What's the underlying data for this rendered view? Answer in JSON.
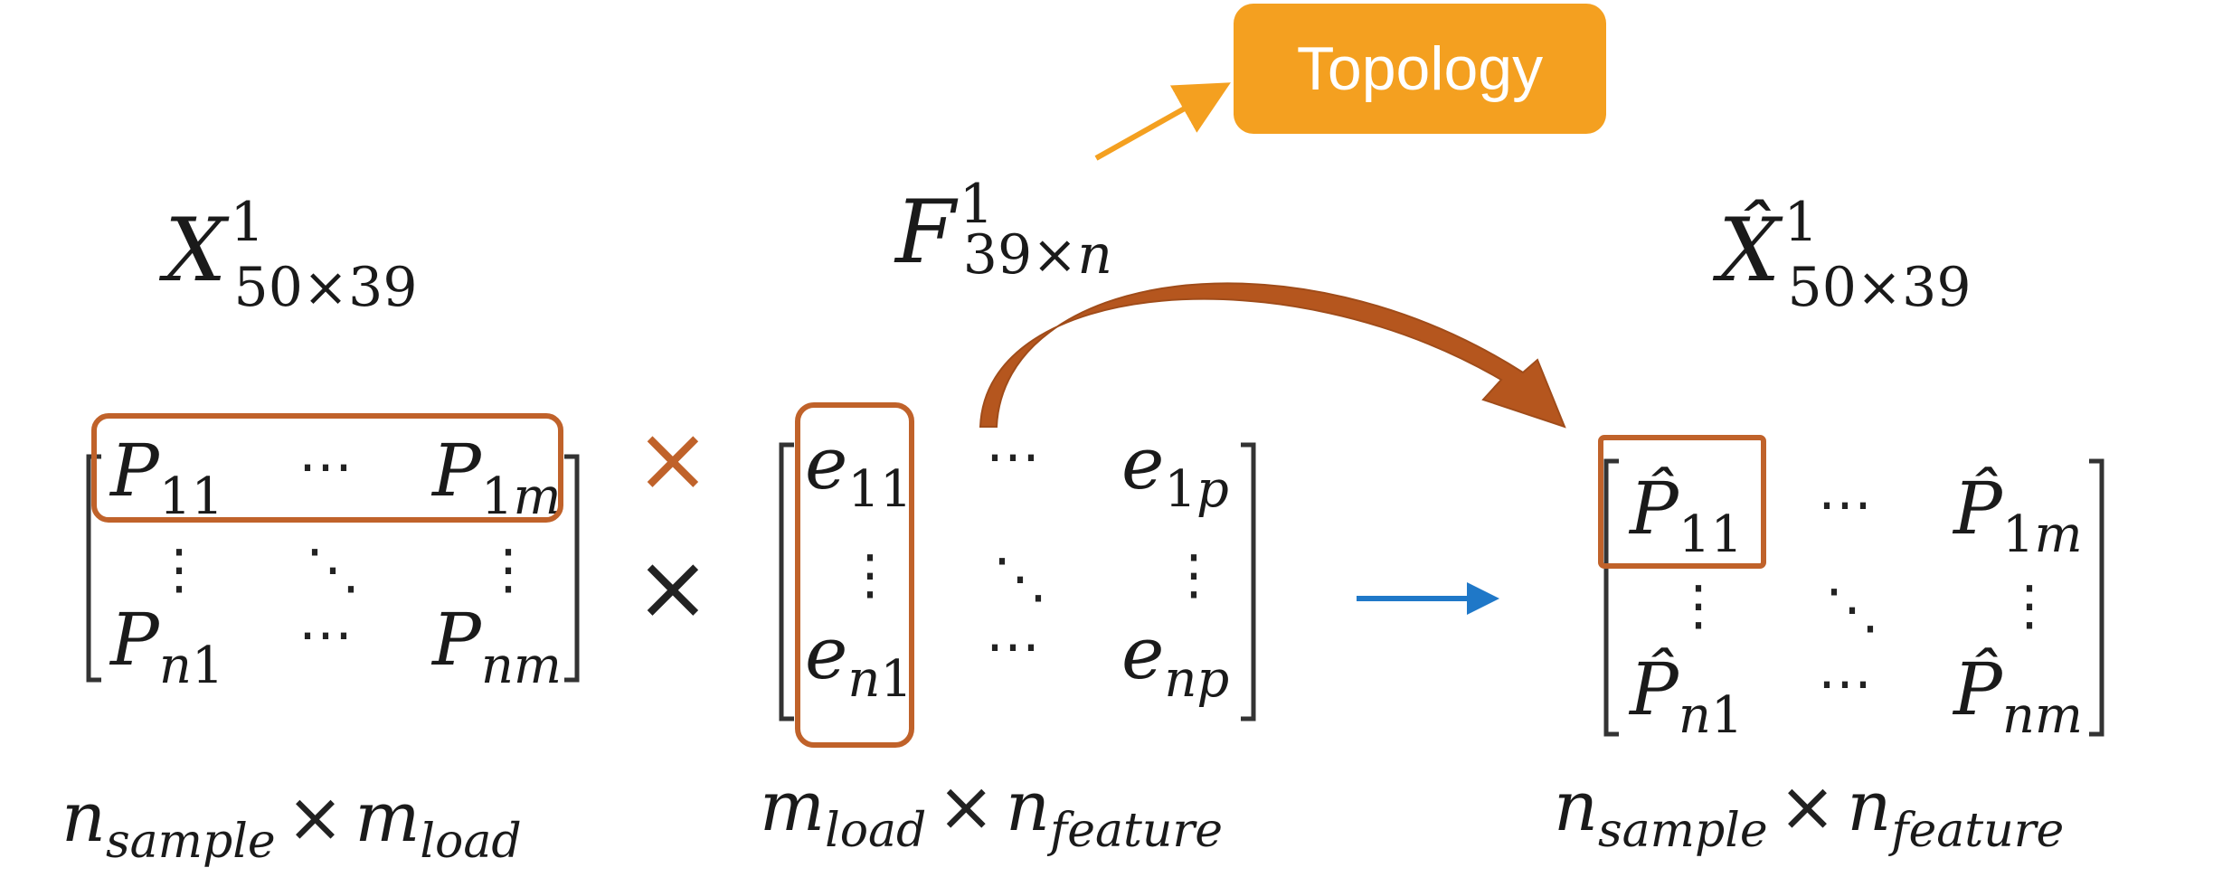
{
  "topology_label": "Topology",
  "matrix_x": {
    "title": {
      "base": "X",
      "sup": "1",
      "sub": "50×39"
    },
    "cells": {
      "top_left": {
        "base": "P",
        "sub": "11"
      },
      "top_right": {
        "base": "P",
        "sub": "1m"
      },
      "bottom_left": {
        "base": "P",
        "sub": "n1"
      },
      "bottom_right": {
        "base": "P",
        "sub": "nm"
      }
    },
    "dimension": {
      "left_base": "n",
      "left_sub": "sample",
      "times": "×",
      "right_base": "m",
      "right_sub": "load"
    }
  },
  "matrix_f": {
    "title": {
      "base": "F",
      "sup": "1",
      "sub_num": "39×",
      "sub_var": "n"
    },
    "cells": {
      "top_left": {
        "base": "e",
        "sub": "11"
      },
      "top_right": {
        "base": "e",
        "sub": "1p"
      },
      "bottom_left": {
        "base": "e",
        "sub": "n1"
      },
      "bottom_right": {
        "base": "e",
        "sub": "np"
      }
    },
    "dimension": {
      "left_base": "m",
      "left_sub": "load",
      "times": "×",
      "right_base": "n",
      "right_sub": "feature"
    }
  },
  "matrix_xhat": {
    "title": {
      "base": "X̂",
      "sup": "1",
      "sub": "50×39"
    },
    "cells": {
      "top_left": {
        "base": "P̂",
        "sub": "11"
      },
      "top_right": {
        "base": "P̂",
        "sub": "1m"
      },
      "bottom_left": {
        "base": "P̂",
        "sub": "n1"
      },
      "bottom_right": {
        "base": "P̂",
        "sub": "nm"
      }
    },
    "dimension": {
      "left_base": "n",
      "left_sub": "sample",
      "times": "×",
      "right_base": "n",
      "right_sub": "feature"
    }
  },
  "operators": {
    "times_orange": "×",
    "times_black": "×"
  },
  "ellipsis": {
    "h": "⋯",
    "v": "⋮",
    "d": "⋱"
  },
  "colors": {
    "highlight": "#c0622a",
    "arrow_blue": "#1f78c8",
    "arrow_orange": "#f4a020",
    "topology_bg": "#f4a020"
  }
}
